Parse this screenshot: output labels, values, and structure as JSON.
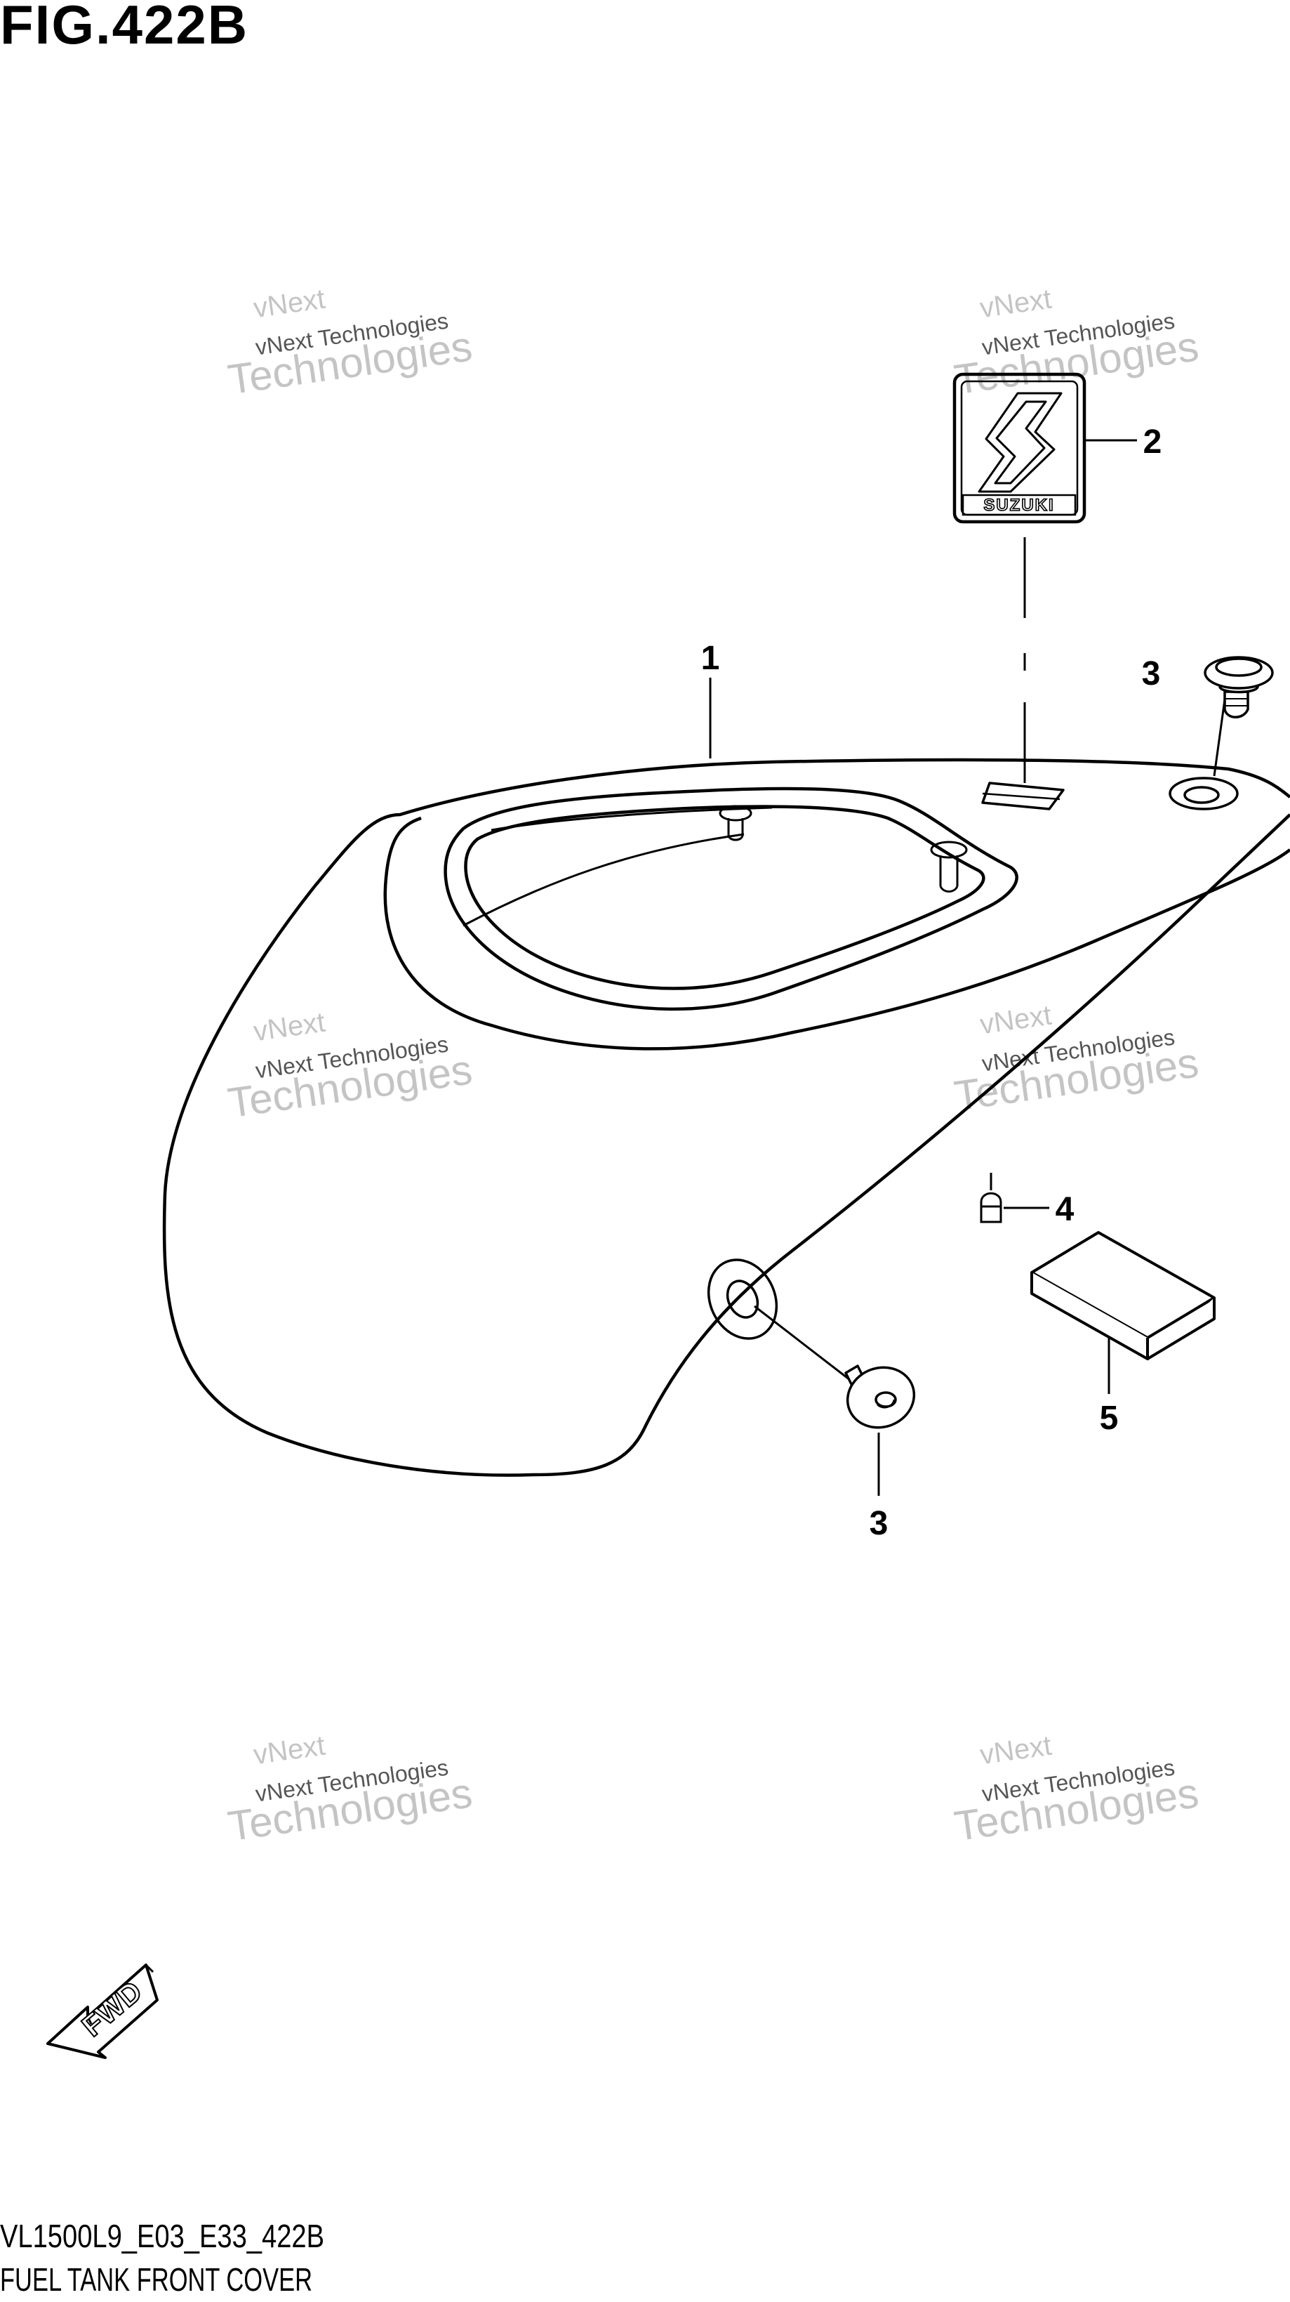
{
  "figure": {
    "title": "FIG.422B",
    "code": "VL1500L9_E03_E33_422B",
    "caption": "FUEL TANK FRONT COVER"
  },
  "callouts": [
    "1",
    "2",
    "3",
    "3",
    "4",
    "5"
  ],
  "emblem": {
    "brand": "SUZUKI"
  },
  "fwd": {
    "label": "FWD"
  },
  "watermark": {
    "small": "vNext Technologies",
    "large_line1": "vNext",
    "large_line2": "Technologies"
  },
  "colors": {
    "ink": "#000000",
    "watermark": "#c8c8c8",
    "background": "#ffffff"
  }
}
